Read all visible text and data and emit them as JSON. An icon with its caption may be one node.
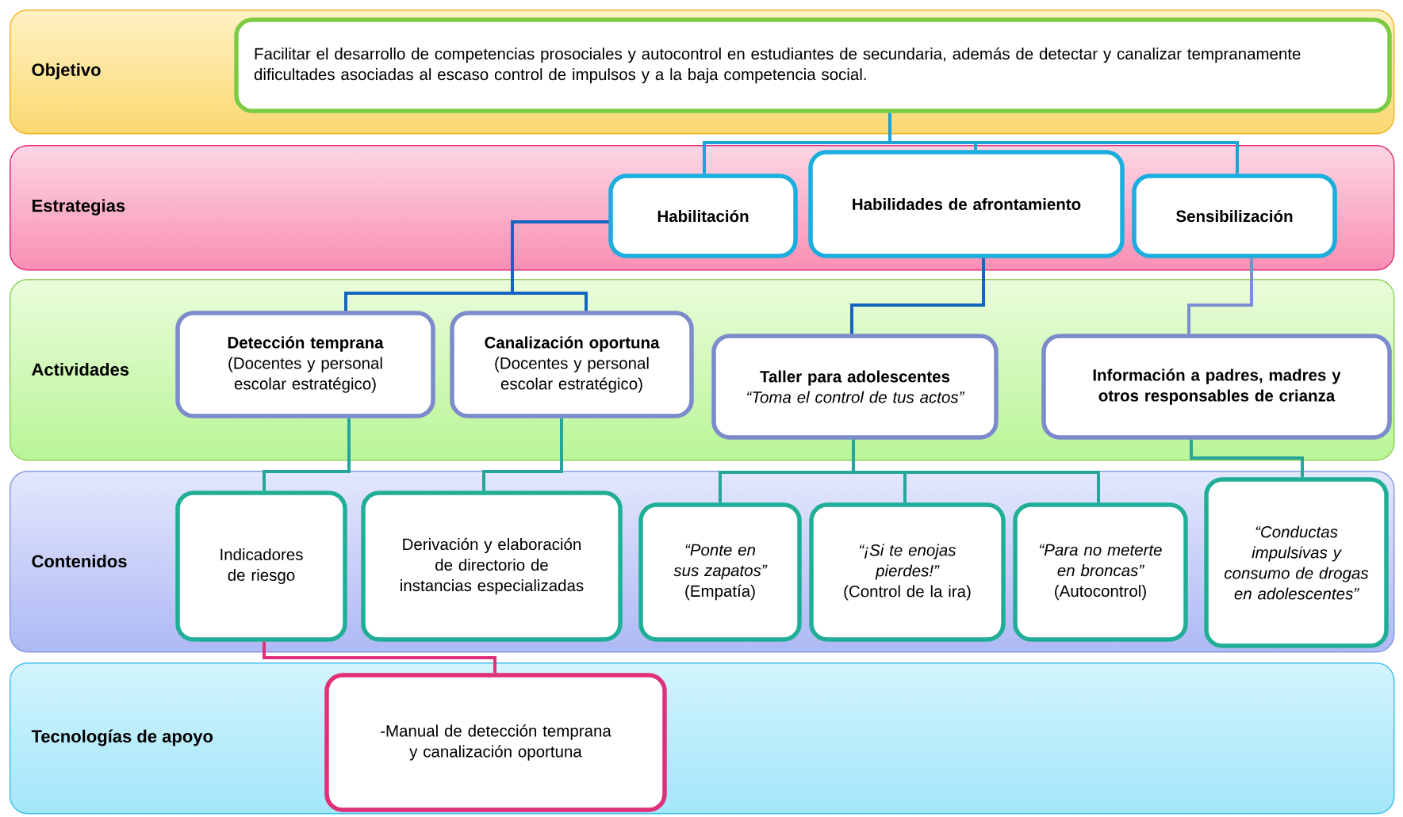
{
  "diagram": {
    "nodes": [
      {
        "text": [
          "Objetivo"
        ]
      },
      {
        "text": [
          "Facilitar el desarrollo de competencias prosociales y autocontrol en estudiantes de secundaria, además de detectar y canalizar tempranamente dificultades asociadas al escaso control de impulsos y a la baja competencia social."
        ],
        "in": 0
      },
      {
        "text": [
          "Estrategias"
        ]
      },
      {
        "text": [
          "Habilitación"
        ],
        "in": 2
      },
      {
        "text": [
          "Habilidades de afrontamiento"
        ],
        "in": 2
      },
      {
        "text": [
          "Sensibilización"
        ],
        "in": 2
      },
      {
        "text": [
          "Actividades"
        ]
      },
      {
        "text": [
          "Detección temprana",
          "(Docentes y personal escolar estratégico)"
        ],
        "in": 6
      },
      {
        "text": [
          "Canalización oportuna",
          "(Docentes y personal escolar estratégico)"
        ],
        "in": 6
      },
      {
        "text": [
          "Taller para adolescentes",
          "“Toma el control de tus actos”"
        ],
        "in": 6
      },
      {
        "text": [
          "Información a padres, madres y otros responsables de crianza"
        ],
        "in": 6
      },
      {
        "text": [
          "Contenidos"
        ]
      },
      {
        "text": [
          "Indicadores de riesgo"
        ],
        "in": 11
      },
      {
        "text": [
          "Derivación y elaboración de directorio de instancias especializadas"
        ],
        "in": 11
      },
      {
        "text": [
          "“Ponte en sus zapatos”",
          "(Empatía)"
        ],
        "in": 11
      },
      {
        "text": [
          "“¡Si te enojas pierdes!”",
          "(Control de la ira)"
        ],
        "in": 11
      },
      {
        "text": [
          "“Para no meterte en broncas”",
          "(Autocontrol)"
        ],
        "in": 11
      },
      {
        "text": [
          "“Conductas impulsivas y consumo de drogas en adolescentes”"
        ],
        "in": 11
      },
      {
        "text": [
          "Tecnologías de apoyo"
        ]
      },
      {
        "text": [
          "-Manual de detección temprana y canalización oportuna"
        ],
        "in": 18
      }
    ],
    "edges": [
      {
        "from": 1,
        "to": 3,
        "arrow": "none",
        "color": "#1ba3d6"
      },
      {
        "from": 1,
        "to": 4,
        "arrow": "none",
        "color": "#1ba3d6"
      },
      {
        "from": 1,
        "to": 5,
        "arrow": "none",
        "color": "#1ba3d6"
      },
      {
        "from": 3,
        "to": 7,
        "arrow": "none",
        "color": "#1565c0"
      },
      {
        "from": 3,
        "to": 8,
        "arrow": "none",
        "color": "#1565c0"
      },
      {
        "from": 4,
        "to": 9,
        "arrow": "none",
        "color": "#1565c0"
      },
      {
        "from": 5,
        "to": 10,
        "arrow": "none",
        "color": "#7b8fcf"
      },
      {
        "from": 7,
        "to": 12,
        "arrow": "none"
      },
      {
        "from": 8,
        "to": 13,
        "arrow": "none"
      },
      {
        "from": 9,
        "to": 14,
        "arrow": "none"
      },
      {
        "from": 9,
        "to": 15,
        "arrow": "none"
      },
      {
        "from": 9,
        "to": 16,
        "arrow": "none"
      },
      {
        "from": 10,
        "to": 17,
        "arrow": "none"
      },
      {
        "from": 12,
        "to": 19,
        "arrow": "none",
        "color": "#e0307a"
      }
    ]
  }
}
